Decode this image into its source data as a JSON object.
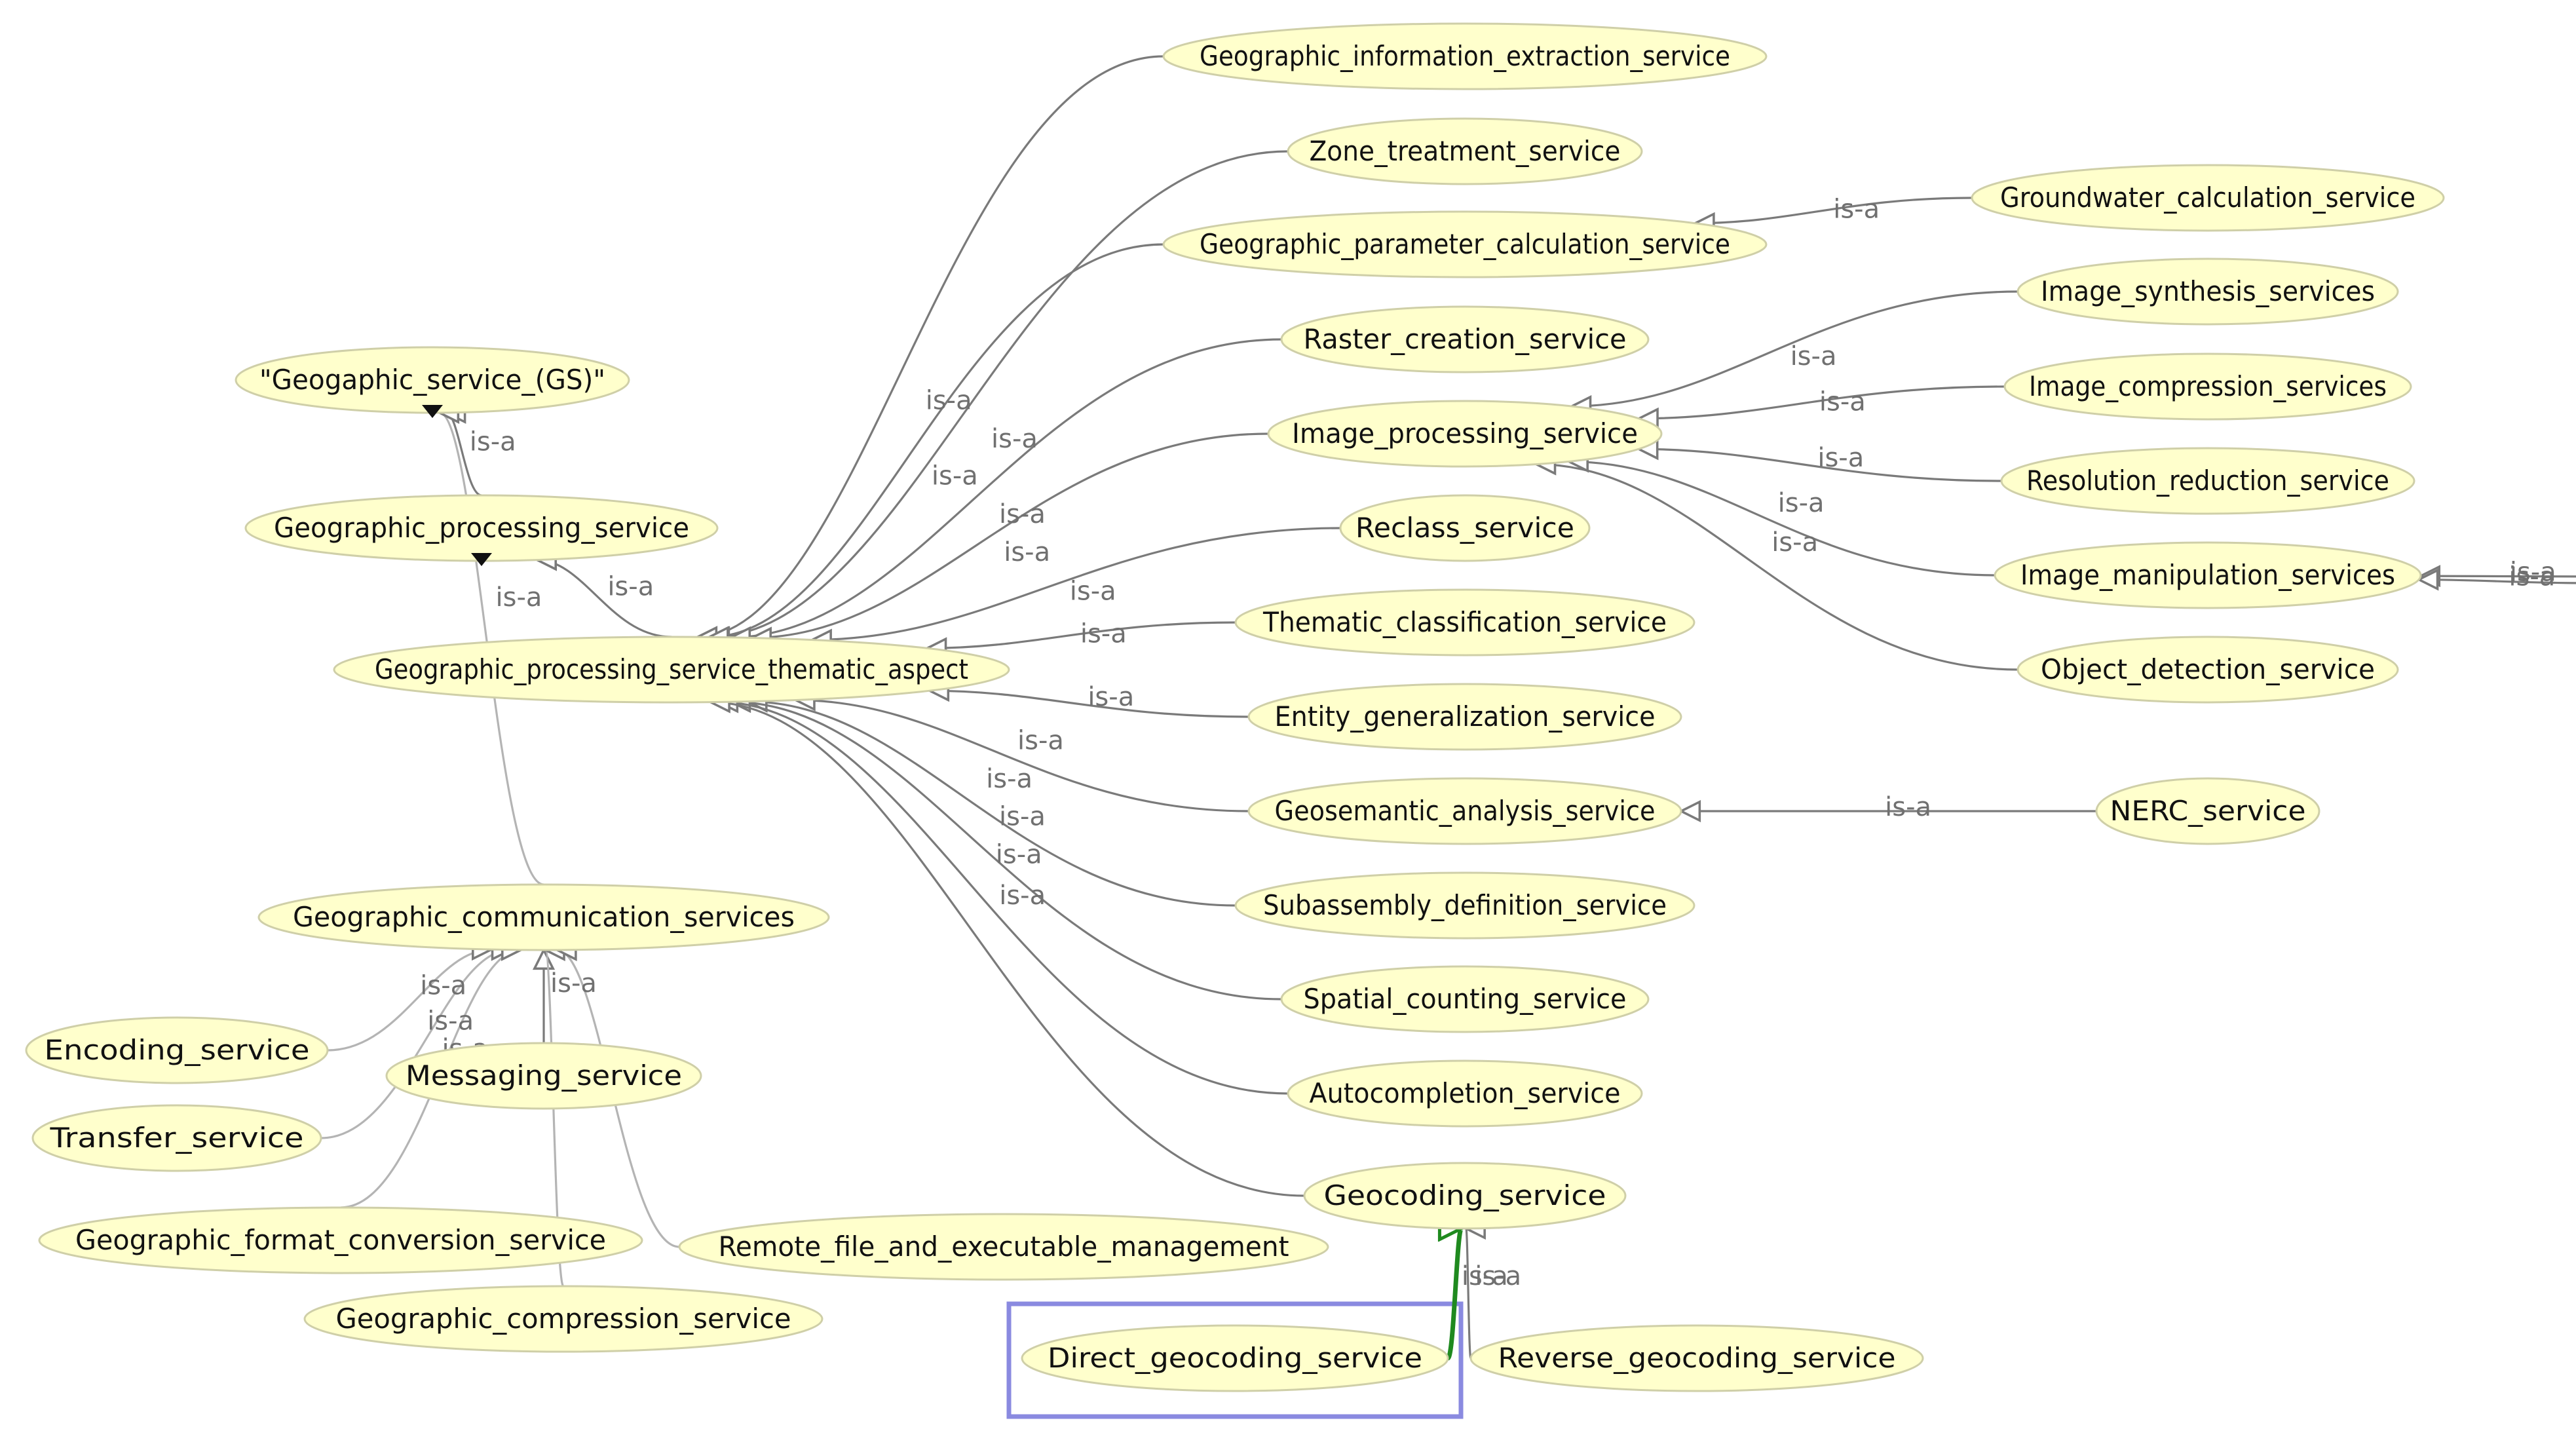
{
  "colors": {
    "node_fill": "#ffffcc",
    "node_stroke": "#cfcfa8",
    "edge": "#7a7a7a",
    "edge_light": "#b4b4b4",
    "highlight_edge": "#1f8a1f",
    "selection_box": "#8a8ae0",
    "edge_label": "#707070"
  },
  "relation_label": "is-a",
  "nodes": [
    {
      "id": "gs",
      "label": "\"Geogaphic_service_(GS)\""
    },
    {
      "id": "gps",
      "label": "Geographic_processing_service"
    },
    {
      "id": "gpsta",
      "label": "Geographic_processing_service_thematic_aspect"
    },
    {
      "id": "gcs",
      "label": "Geographic_communication_services"
    },
    {
      "id": "enc",
      "label": "Encoding_service"
    },
    {
      "id": "tra",
      "label": "Transfer_service"
    },
    {
      "id": "msg",
      "label": "Messaging_service"
    },
    {
      "id": "gfc",
      "label": "Geographic_format_conversion_service"
    },
    {
      "id": "gcomp",
      "label": "Geographic_compression_service"
    },
    {
      "id": "rfem",
      "label": "Remote_file_and_executable_management"
    },
    {
      "id": "giex",
      "label": "Geographic_information_extraction_service"
    },
    {
      "id": "zone",
      "label": "Zone_treatment_service"
    },
    {
      "id": "gpcs",
      "label": "Geographic_parameter_calculation_service"
    },
    {
      "id": "rast",
      "label": "Raster_creation_service"
    },
    {
      "id": "imgp",
      "label": "Image_processing_service"
    },
    {
      "id": "recl",
      "label": "Reclass_service"
    },
    {
      "id": "them",
      "label": "Thematic_classification_service"
    },
    {
      "id": "entg",
      "label": "Entity_generalization_service"
    },
    {
      "id": "geos",
      "label": "Geosemantic_analysis_service"
    },
    {
      "id": "suba",
      "label": "Subassembly_definition_service"
    },
    {
      "id": "spat",
      "label": "Spatial_counting_service"
    },
    {
      "id": "auto",
      "label": "Autocompletion_service"
    },
    {
      "id": "geoc",
      "label": "Geocoding_service"
    },
    {
      "id": "dgeo",
      "label": "Direct_geocoding_service"
    },
    {
      "id": "rgeo",
      "label": "Reverse_geocoding_service"
    },
    {
      "id": "grnd",
      "label": "Groundwater_calculation_service"
    },
    {
      "id": "isyn",
      "label": "Image_synthesis_services"
    },
    {
      "id": "icmp",
      "label": "Image_compression_services"
    },
    {
      "id": "resr",
      "label": "Resolution_reduction_service"
    },
    {
      "id": "iman",
      "label": "Image_manipulation_services"
    },
    {
      "id": "objd",
      "label": "Object_detection_service"
    },
    {
      "id": "nerc",
      "label": "NERC_service"
    }
  ],
  "edges": [
    {
      "from": "gps",
      "to": "gs"
    },
    {
      "from": "gpsta",
      "to": "gps"
    },
    {
      "from": "gcs",
      "to": "gs"
    },
    {
      "from": "enc",
      "to": "gcs"
    },
    {
      "from": "tra",
      "to": "gcs"
    },
    {
      "from": "msg",
      "to": "gcs"
    },
    {
      "from": "gfc",
      "to": "gcs"
    },
    {
      "from": "gcomp",
      "to": "gcs"
    },
    {
      "from": "rfem",
      "to": "gcs"
    },
    {
      "from": "giex",
      "to": "gpsta"
    },
    {
      "from": "zone",
      "to": "gpsta"
    },
    {
      "from": "gpcs",
      "to": "gpsta"
    },
    {
      "from": "rast",
      "to": "gpsta"
    },
    {
      "from": "imgp",
      "to": "gpsta"
    },
    {
      "from": "recl",
      "to": "gpsta"
    },
    {
      "from": "them",
      "to": "gpsta"
    },
    {
      "from": "entg",
      "to": "gpsta"
    },
    {
      "from": "geos",
      "to": "gpsta"
    },
    {
      "from": "suba",
      "to": "gpsta"
    },
    {
      "from": "spat",
      "to": "gpsta"
    },
    {
      "from": "auto",
      "to": "gpsta"
    },
    {
      "from": "geoc",
      "to": "gpsta"
    },
    {
      "from": "dgeo",
      "to": "geoc",
      "highlight": true
    },
    {
      "from": "rgeo",
      "to": "geoc"
    },
    {
      "from": "grnd",
      "to": "gpcs"
    },
    {
      "from": "isyn",
      "to": "imgp"
    },
    {
      "from": "icmp",
      "to": "imgp"
    },
    {
      "from": "resr",
      "to": "imgp"
    },
    {
      "from": "iman",
      "to": "imgp"
    },
    {
      "from": "objd",
      "to": "imgp"
    },
    {
      "from": "nerc",
      "to": "geos"
    },
    {
      "from": "offscreen_1",
      "to": "iman"
    },
    {
      "from": "offscreen_2",
      "to": "iman"
    }
  ],
  "selected_node": "dgeo"
}
